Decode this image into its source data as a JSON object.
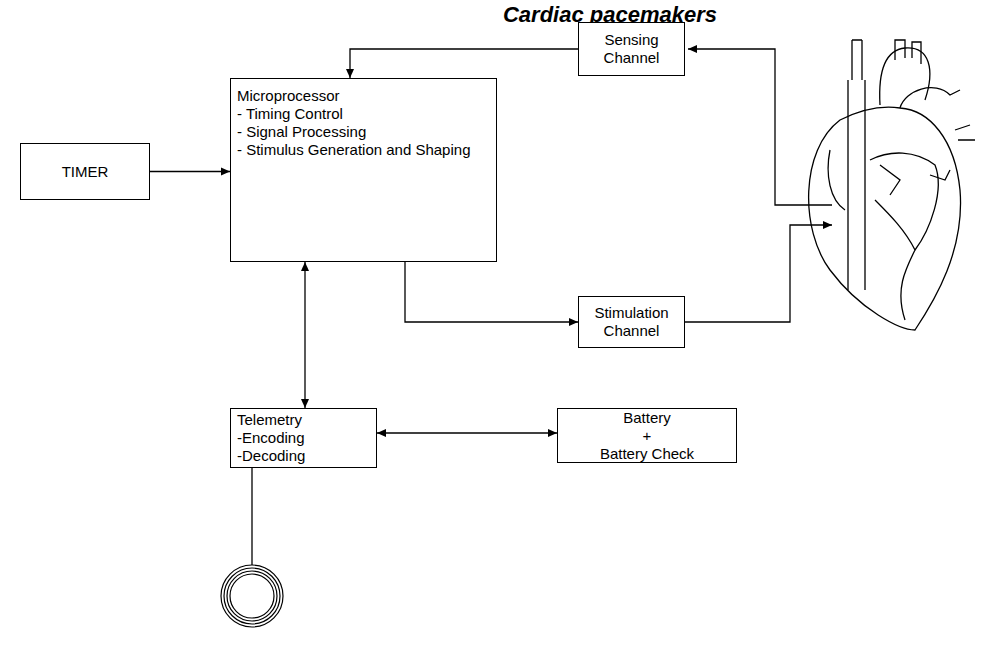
{
  "diagram": {
    "title": "Cardiac pacemakers",
    "nodes": [
      {
        "text": [
          "TIMER"
        ]
      },
      {
        "text": [
          "Microprocessor",
          "- Timing Control",
          "- Signal Processing",
          "- Stimulus Generation and Shaping"
        ]
      },
      {
        "text": [
          "Sensing Channel"
        ]
      },
      {
        "text": [
          "Stimulation Channel"
        ]
      },
      {
        "text": [
          "Telemetry",
          "-Encoding",
          "-Decoding"
        ]
      },
      {
        "text": [
          "Battery",
          "+",
          "Battery Check"
        ]
      }
    ],
    "edges": [
      {
        "from": 0,
        "to": 1,
        "arrow": "to"
      },
      {
        "from": 2,
        "to": 1,
        "arrow": "to"
      },
      {
        "from": 1,
        "to": 3,
        "arrow": "to"
      },
      {
        "from": 1,
        "to": 4,
        "arrow": "both"
      },
      {
        "from": 4,
        "to": 5,
        "arrow": "both"
      }
    ]
  }
}
